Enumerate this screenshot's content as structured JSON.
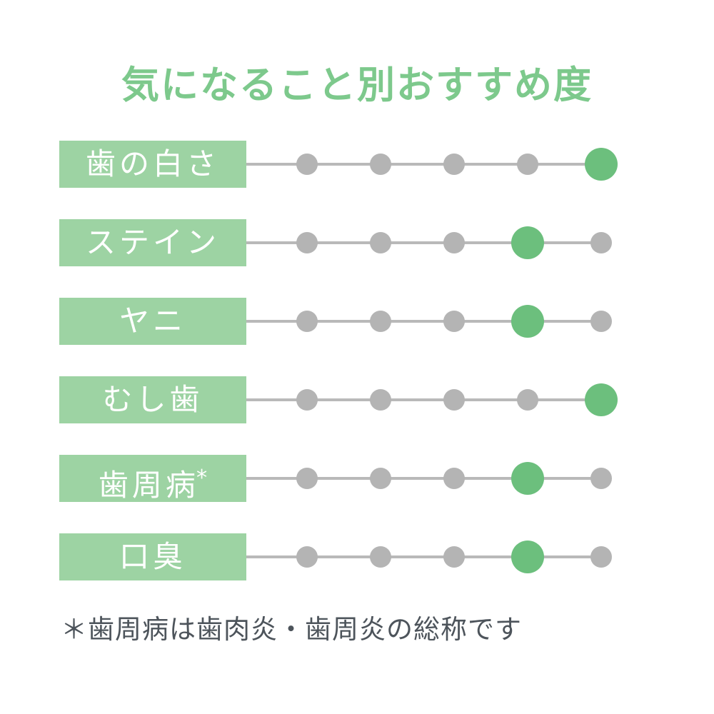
{
  "title": "気になること別おすすめ度",
  "footnote": "＊歯周病は歯肉炎・歯周炎の総称です",
  "colors": {
    "title_green": "#7dc98c",
    "label_bg": "#9dd3a3",
    "active_dot": "#6cbf7d",
    "inactive_dot": "#b4b4b4",
    "line_gray": "#b9b9b9",
    "footnote_text": "#4d545b",
    "label_text": "#ffffff",
    "background": "#ffffff"
  },
  "chart_data": {
    "type": "scatter",
    "subtype": "dot-rating",
    "title": "気になること別おすすめ度",
    "scale": {
      "min": 1,
      "max": 5
    },
    "categories": [
      "歯の白さ",
      "ステイン",
      "ヤニ",
      "むし歯",
      "歯周病*",
      "口臭"
    ],
    "values": [
      5,
      4,
      4,
      5,
      4,
      4
    ],
    "legend": "none",
    "grid": "off",
    "layout_hint": "each row: green category label box on left, horizontal line with 5 dots; the dot at the rating value is larger and green, others gray",
    "annotations": [
      "＊歯周病は歯肉炎・歯周炎の総称です"
    ]
  }
}
